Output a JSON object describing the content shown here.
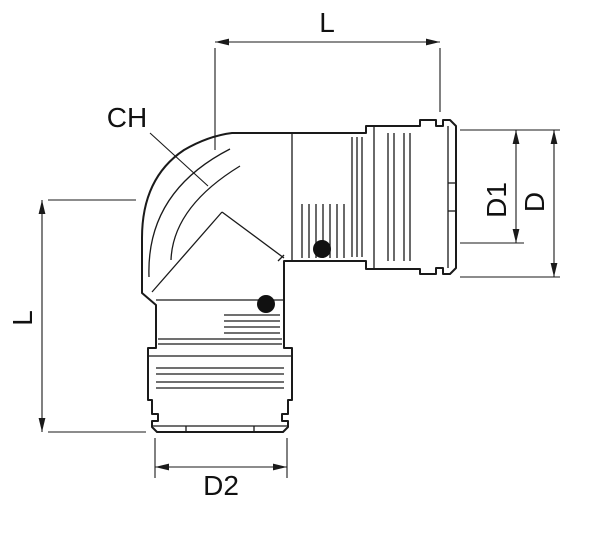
{
  "diagram": {
    "background_color": "#ffffff",
    "line_color": "#1a1a1a",
    "labels": {
      "length_top": "L",
      "length_side": "L",
      "chamfer": "CH",
      "d1": "D1",
      "d": "D",
      "d2": "D2"
    }
  }
}
